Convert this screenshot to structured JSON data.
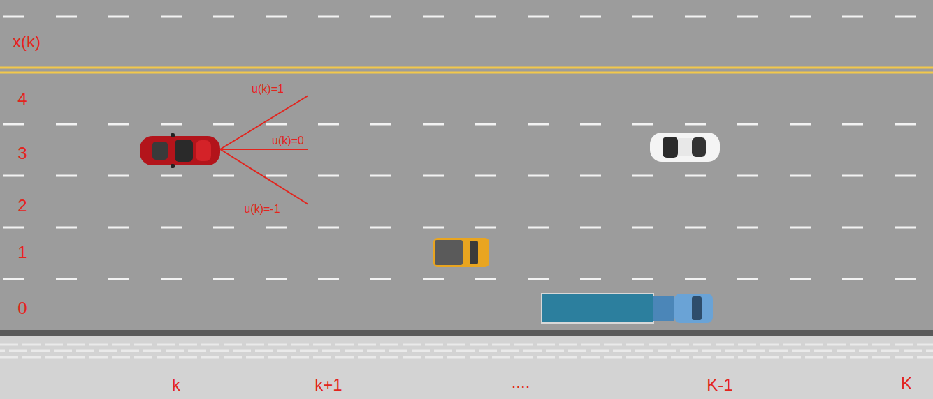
{
  "diagram": {
    "labels": [
      "x(k)",
      "4",
      "3",
      "2",
      "1",
      "0",
      "u(k)=1",
      "u(k)=0",
      "u(k)=-1",
      "k",
      "k+1",
      "....",
      "K-1",
      "K"
    ]
  }
}
